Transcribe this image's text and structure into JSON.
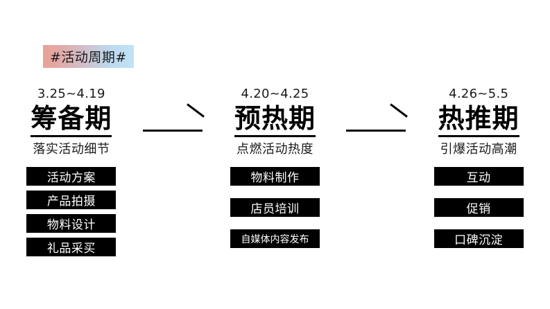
{
  "banner": {
    "label": "#活动周期#",
    "gradient_from": "#e8a199",
    "gradient_to": "#bfe3f7"
  },
  "chart_data": {
    "type": "table",
    "title": "#活动周期#",
    "phases": [
      {
        "date": "3.25~4.19",
        "title": "筹备期",
        "subtitle": "落实活动细节",
        "tasks": [
          "活动方案",
          "产品拍摄",
          "物料设计",
          "礼品采买"
        ]
      },
      {
        "date": "4.20~4.25",
        "title": "预热期",
        "subtitle": "点燃活动热度",
        "tasks": [
          "物料制作",
          "店员培训",
          "自媒体内容发布"
        ]
      },
      {
        "date": "4.26~5.5",
        "title": "热推期",
        "subtitle": "引爆活动高潮",
        "tasks": [
          "互动",
          "促销",
          "口碑沉淀"
        ]
      }
    ]
  },
  "phases": [
    {
      "date": "3.25~4.19",
      "title": "筹备期",
      "subtitle": "落实活动细节",
      "tasks": [
        "活动方案",
        "产品拍摄",
        "物料设计",
        "礼品采买"
      ]
    },
    {
      "date": "4.20~4.25",
      "title": "预热期",
      "subtitle": "点燃活动热度",
      "tasks": [
        "物料制作",
        "店员培训",
        "自媒体内容发布"
      ]
    },
    {
      "date": "4.26~5.5",
      "title": "热推期",
      "subtitle": "引爆活动高潮",
      "tasks": [
        "互动",
        "促销",
        "口碑沉淀"
      ]
    }
  ],
  "connectors": [
    {
      "name": "arrow-1"
    },
    {
      "name": "arrow-2"
    }
  ],
  "colors": {
    "chip_background": "#000000",
    "chip_text": "#ffffff",
    "text": "#1a1a1a"
  }
}
